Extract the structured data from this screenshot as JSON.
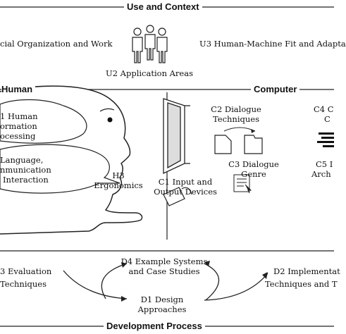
{
  "sections": {
    "use": "Use and Context",
    "human": "Human",
    "computer": "Computer",
    "process": "Development Process"
  },
  "labels": {
    "u1": "cial Organization and Work",
    "u2": "U2 Application Areas",
    "u3": "U3 Human-Machine Fit and Adapta",
    "h1_l1": "1 Human",
    "h1_l2": "ormation",
    "h1_l3": "ocessing",
    "h2_l1": "Language,",
    "h2_l2": "nmunication",
    "h2_l3": "Interaction",
    "h3_l1": "H3",
    "h3_l2": "Ergonomics",
    "c1_l1": "C1 Input and",
    "c1_l2": "Output Devices",
    "c2_l1": "C2 Dialogue",
    "c2_l2": "Techniques",
    "c3_l1": "C3 Dialogue",
    "c3_l2": "Genre",
    "c4_l1": "C4 C",
    "c4_l2": "C",
    "c5_l1": "C5 I",
    "c5_l2": "Arch",
    "d1_l1": "D1 Design",
    "d1_l2": "Approaches",
    "d2_l1": "D2 Implementat",
    "d2_l2": "Techniques and T",
    "d3_l1": "3 Evaluation",
    "d3_l2": "Techniques",
    "d4_l1": "D4 Example Systems",
    "d4_l2": "and Case Studies"
  }
}
